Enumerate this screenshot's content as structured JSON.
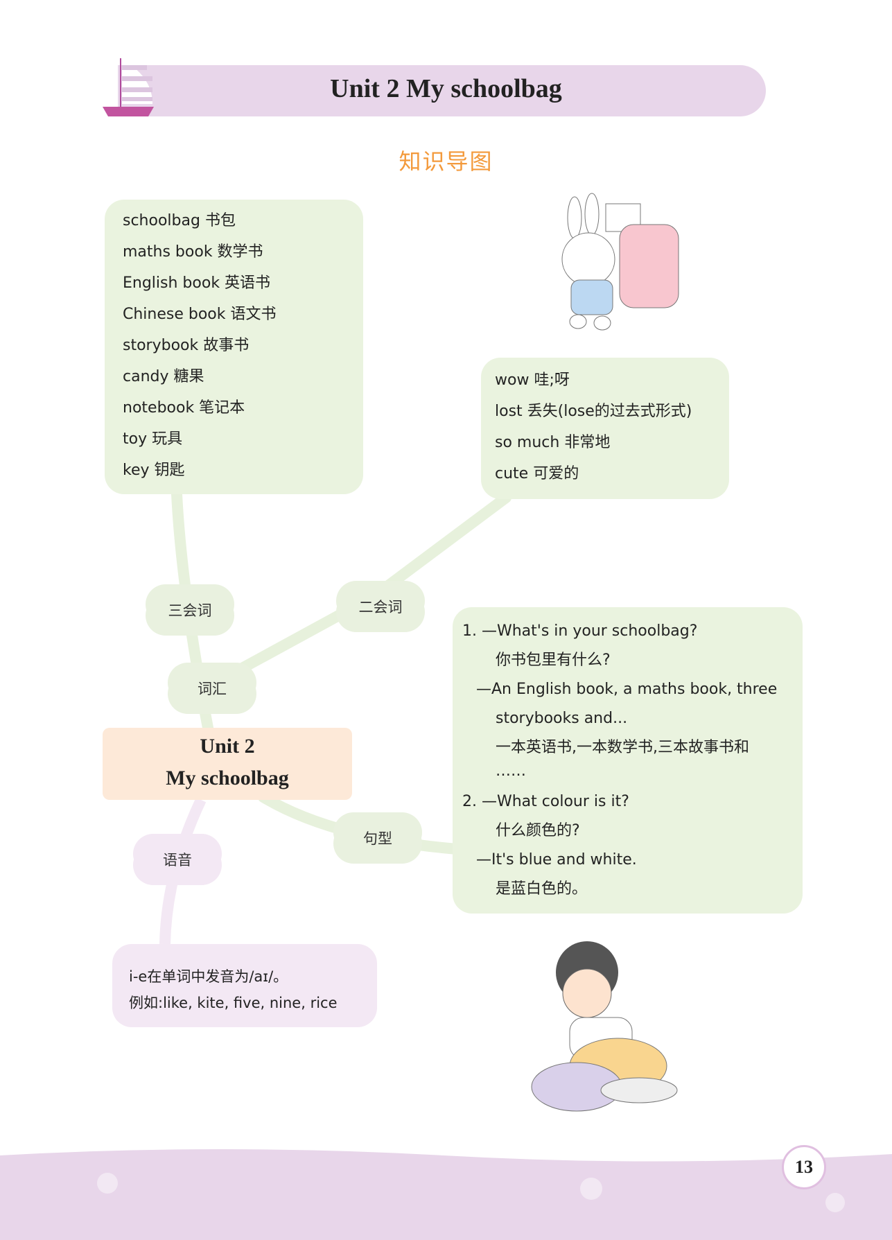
{
  "header": {
    "title": "Unit 2  My schoolbag"
  },
  "section_title": "知识导图",
  "vocab_box": {
    "items": [
      "schoolbag 书包",
      "maths book 数学书",
      "English book 英语书",
      "Chinese book 语文书",
      "storybook 故事书",
      "candy 糖果",
      "notebook 笔记本",
      "toy 玩具",
      "key 钥匙"
    ]
  },
  "extra_box": {
    "items": [
      "wow 哇;呀",
      "lost 丢失(lose的过去式形式)",
      "so much 非常地",
      "cute 可爱的"
    ]
  },
  "clouds": {
    "san": "三会词",
    "er": "二会词",
    "cihui": "词汇",
    "yuyin": "语音",
    "juxing": "句型"
  },
  "center": {
    "line1": "Unit 2",
    "line2": "My schoolbag"
  },
  "sentences": {
    "l1": "1. —What's in your schoolbag?",
    "l2": "你书包里有什么?",
    "l3": "—An  English  book,  a  maths  book, three",
    "l4": "storybooks and...",
    "l5": "一本英语书,一本数学书,三本故事书和",
    "l6": "……",
    "l7": "2. —What colour is it?",
    "l8": "什么颜色的?",
    "l9": "—It's blue and white.",
    "l10": "是蓝白色的。"
  },
  "phonetics": {
    "l1": "i-e在单词中发音为/aɪ/。",
    "l2": "例如:like, kite, five, nine, rice"
  },
  "page_number": "13"
}
